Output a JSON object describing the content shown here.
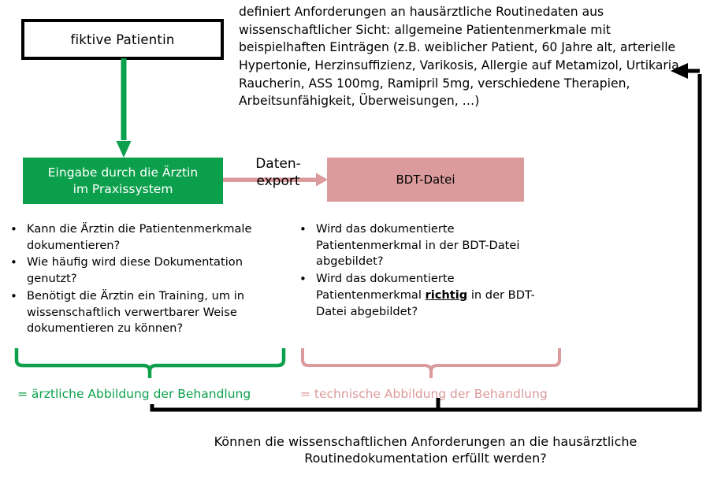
{
  "colors": {
    "green": "#0CA04C",
    "pink": "#DB9A9B",
    "black": "#000000",
    "white": "#FFFFFF"
  },
  "description": {
    "text": "definiert Anforderungen an hausärztliche Routinedaten aus wissenschaftlicher Sicht: allgemeine Patientenmerkmale mit beispielhaften Einträgen (z.B. weiblicher Patient, 60 Jahre alt, arterielle Hypertonie, Herzinsuffizienz, Varikosis, Allergie auf Metamizol, Urtikaria, Raucherin, ASS 100mg, Ramipril 5mg, verschiedene Therapien, Arbeitsunfähigkeit, Überweisungen, …)"
  },
  "nodes": {
    "patient": {
      "label": "fiktive Patientin"
    },
    "input": {
      "line1": "Eingabe durch die Ärztin",
      "line2": "im Praxissystem"
    },
    "bdt": {
      "label": "BDT-Datei"
    }
  },
  "edges": {
    "datenexport": {
      "line1": "Daten-",
      "line2": "export"
    }
  },
  "left_questions": {
    "items": [
      "Kann die Ärztin die Patientenmerkmale dokumentieren?",
      "Wie häufig wird diese Dokumentation genutzt?",
      "Benötigt die Ärztin ein Training, um in wissenschaftlich verwertbarer Weise dokumentieren zu können?"
    ],
    "bullet": "•"
  },
  "right_questions": {
    "items": [
      {
        "prefix": "Wird das dokumentierte Patientenmerkmal in der BDT-Datei abgebildet?",
        "emphasis": "",
        "suffix": ""
      },
      {
        "prefix": "Wird das dokumentierte Patientenmerkmal ",
        "emphasis": "richtig",
        "suffix": " in der BDT-Datei abgebildet?"
      }
    ],
    "bullet": "•"
  },
  "captions": {
    "green": "= ärztliche Abbildung der Behandlung",
    "pink": "= technische Abbildung  der Behandlung"
  },
  "bottom_question": {
    "line1": "Können die wissenschaftlichen Anforderungen an die hausärztliche",
    "line2": "Routinedokumentation erfüllt werden?"
  }
}
